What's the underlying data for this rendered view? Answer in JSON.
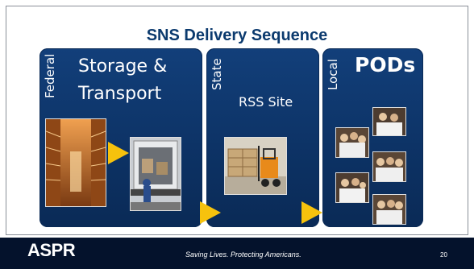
{
  "slide": {
    "title": "SNS Delivery Sequence",
    "panels": [
      {
        "level": "Federal",
        "heading_line1": "Storage &",
        "heading_line2": "Transport"
      },
      {
        "level": "State",
        "heading": "RSS Site"
      },
      {
        "level": "Local",
        "heading": "PODs"
      }
    ],
    "images": [
      "warehouse-shelves-photo",
      "truck-loading-photo",
      "forklift-pallets-photo",
      "pod-crowd-photo"
    ]
  },
  "footer": {
    "logo": "ASPR",
    "tagline": "Saving Lives. Protecting Americans.",
    "page_number": "20"
  },
  "colors": {
    "panel_blue": "#0d3366",
    "title_blue": "#0b3a6e",
    "arrow_yellow": "#f6c20d",
    "footer_navy": "#04122c"
  }
}
